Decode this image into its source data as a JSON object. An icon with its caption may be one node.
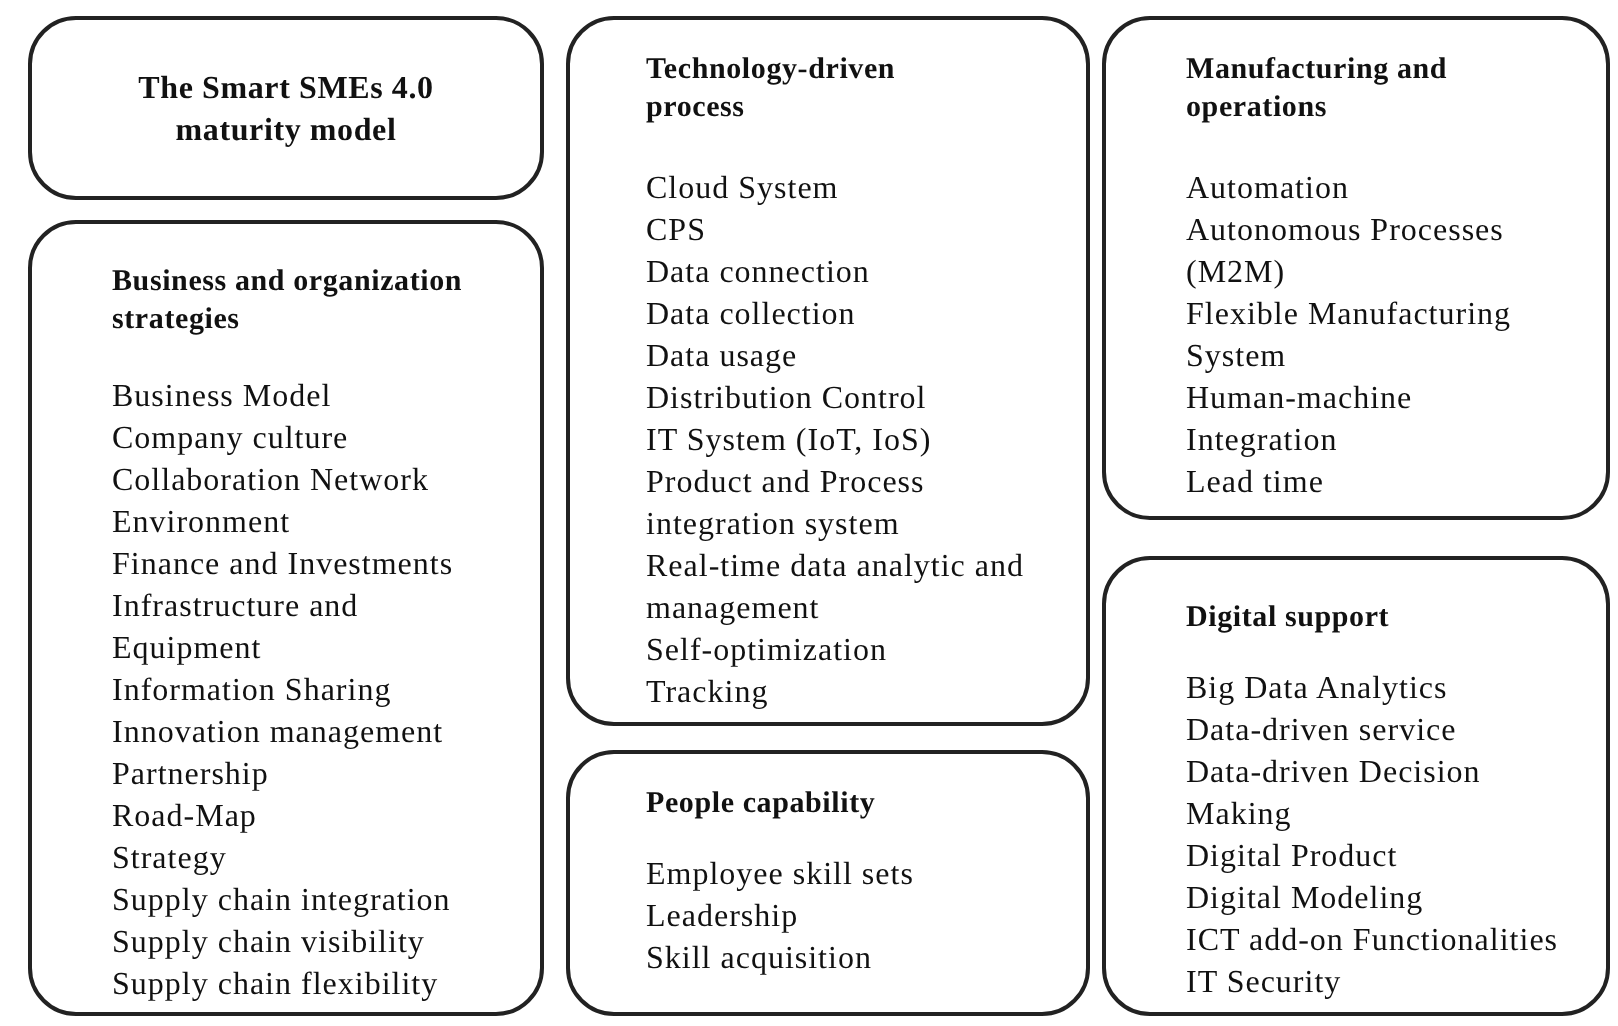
{
  "diagram": {
    "nodes": [
      {
        "text": [
          "The Smart SMEs 4.0 maturity model"
        ]
      },
      {
        "text": [
          "Business and organization strategies",
          "Business Model",
          "Company culture",
          "Collaboration Network",
          "Environment",
          "Finance and Investments",
          "Infrastructure and Equipment",
          "Information Sharing",
          "Innovation management",
          "Partnership",
          "Road-Map",
          "Strategy",
          "Supply chain integration",
          "Supply chain visibility",
          "Supply chain flexibility"
        ]
      },
      {
        "text": [
          "Technology-driven process",
          "Cloud System",
          "CPS",
          "Data connection",
          "Data collection",
          "Data usage",
          "Distribution Control",
          "IT System (IoT, IoS)",
          "Product and Process integration system",
          "Real-time data analytic and management",
          "Self-optimization",
          "Tracking"
        ]
      },
      {
        "text": [
          "People capability",
          "Employee skill sets",
          "Leadership",
          "Skill acquisition"
        ]
      },
      {
        "text": [
          "Manufacturing and operations",
          "Automation",
          "Autonomous Processes (M2M)",
          "Flexible Manufacturing System",
          "Human-machine Integration",
          "Lead time"
        ]
      },
      {
        "text": [
          "Digital support",
          "Big Data Analytics",
          "Data-driven service",
          "Data-driven Decision Making",
          "Digital Product",
          "Digital Modeling",
          "ICT add-on Functionalities",
          "IT Security"
        ]
      }
    ]
  }
}
